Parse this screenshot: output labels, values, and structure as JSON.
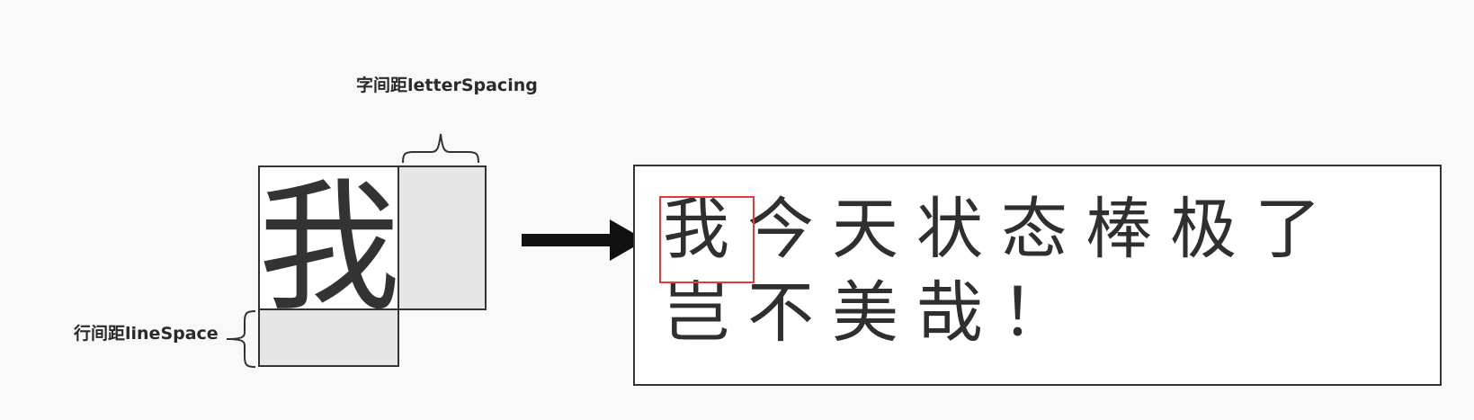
{
  "annotations": {
    "letter_spacing_label": "字间距letterSpacing",
    "line_space_label": "行间距lineSpace"
  },
  "glyph_cell": {
    "char": "我"
  },
  "result": {
    "line1": [
      "我",
      "今",
      "天",
      "状",
      "态",
      "棒",
      "极",
      "了"
    ],
    "line2": [
      "岂",
      "不",
      "美",
      "哉",
      "！"
    ]
  },
  "colors": {
    "highlight": "#e23b3b",
    "spacing_fill": "#e6e6e6",
    "stroke": "#333333"
  }
}
